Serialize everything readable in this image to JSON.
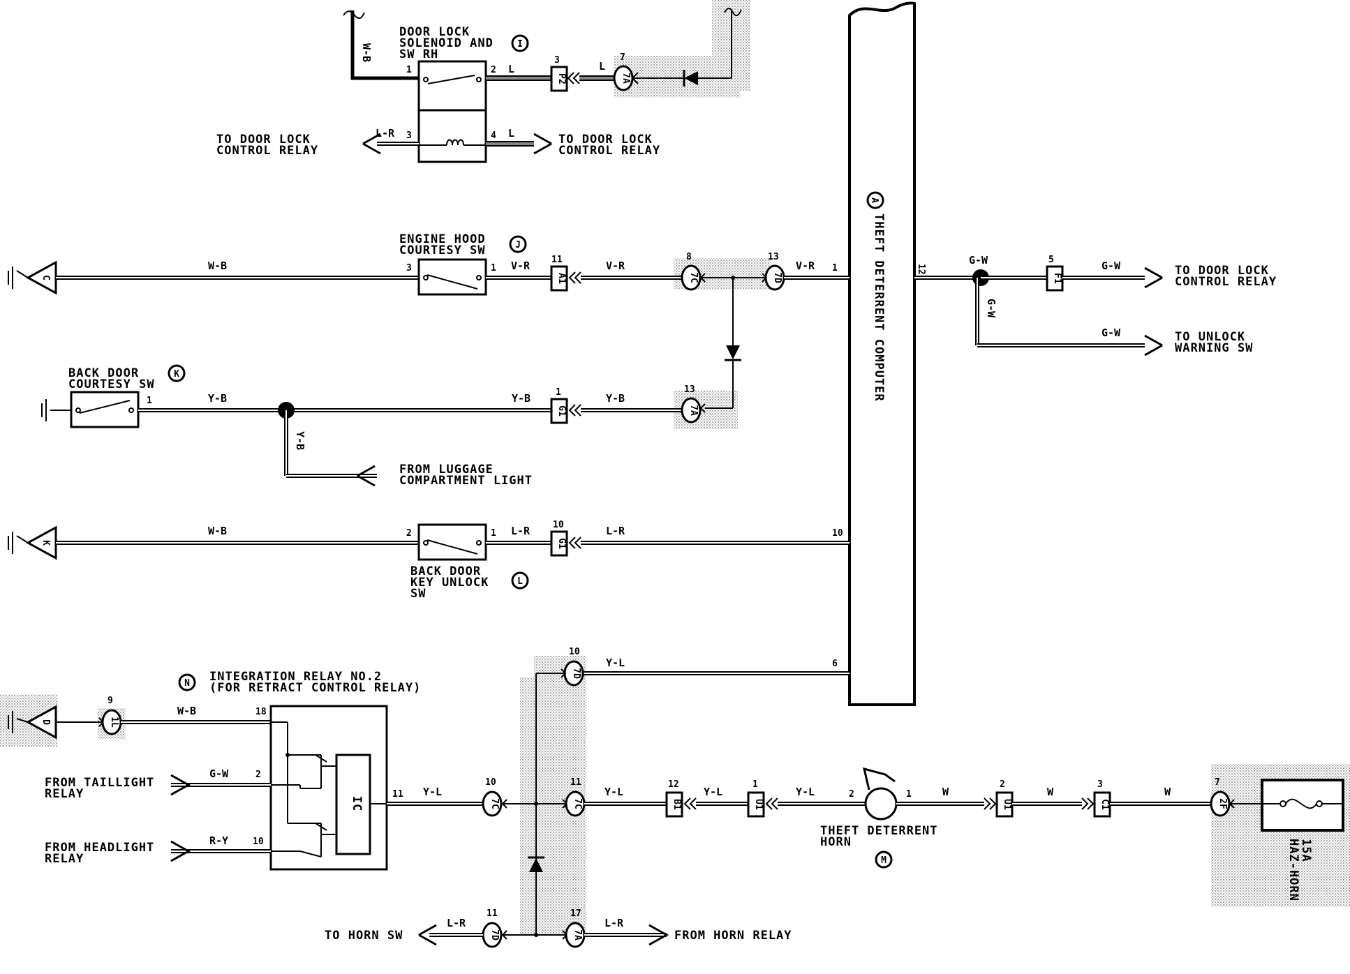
{
  "colors": {
    "ink": "#000000",
    "paper": "#ffffff",
    "shade": "#9a9a9a"
  },
  "components": {
    "A": {
      "letter": "A",
      "name": "THEFT DETERRENT COMPUTER"
    },
    "I": {
      "letter": "I",
      "line1": "DOOR LOCK",
      "line2": "SOLENOID AND",
      "line3": "SW RH"
    },
    "J": {
      "letter": "J",
      "line1": "ENGINE HOOD",
      "line2": "COURTESY SW"
    },
    "K": {
      "letter": "K",
      "line1": "BACK DOOR",
      "line2": "COURTESY SW"
    },
    "L": {
      "letter": "L",
      "line1": "BACK DOOR",
      "line2": "KEY UNLOCK",
      "line3": "SW"
    },
    "M": {
      "letter": "M",
      "line1": "THEFT DETERRENT",
      "line2": "HORN"
    },
    "N": {
      "letter": "N",
      "line1": "INTEGRATION RELAY NO.2",
      "line2": "(FOR RETRACT CONTROL RELAY)"
    },
    "ic_label": "IC",
    "fuse": {
      "line1": "15A",
      "line2": "HAZ-HORN"
    }
  },
  "external_labels": {
    "door_lock_relay_left": [
      "TO DOOR LOCK",
      "CONTROL RELAY"
    ],
    "door_lock_relay_right": [
      "TO DOOR LOCK",
      "CONTROL RELAY"
    ],
    "door_lock_relay_gw": [
      "TO DOOR LOCK",
      "CONTROL RELAY"
    ],
    "unlock_warning": [
      "TO UNLOCK",
      "WARNING SW"
    ],
    "luggage_light": [
      "FROM LUGGAGE",
      "COMPARTMENT LIGHT"
    ],
    "taillight_relay": [
      "FROM TAILLIGHT",
      "RELAY"
    ],
    "headlight_relay": [
      "FROM HEADLIGHT",
      "RELAY"
    ],
    "to_horn_sw": "TO HORN SW",
    "from_horn_relay": "FROM HORN RELAY"
  },
  "grounds": {
    "c": "C",
    "k": "K",
    "d": "D"
  },
  "connectors": {
    "p2": "P2",
    "a1": "A1",
    "g1a": "G1",
    "g1b": "G1",
    "f1": "F1",
    "b1": "B1",
    "u1a": "U1",
    "u1b": "U1",
    "c1": "C1",
    "j7a_top": "7A",
    "j7c_top": "7C",
    "j7d_top": "7D",
    "j7a_mid": "7A",
    "j7d_yl": "7D",
    "j7c_a": "7C",
    "j7c_b": "7C",
    "j7d_bot": "7D",
    "j7a_bot": "7A",
    "j1l": "1L",
    "j2f": "2F"
  },
  "wire_colors": {
    "wb_top": "W-B",
    "l_2": "L",
    "l_7": "L",
    "lr_3": "L-R",
    "l_4": "L",
    "wb_c": "W-B",
    "vr_1": "V-R",
    "vr_a1": "V-R",
    "vr_7d": "V-R",
    "gw_12": "G-W",
    "gw_f1": "G-W",
    "gw_down": "G-W",
    "gw_unlock": "G-W",
    "yb_1": "Y-B",
    "yb_g1": "Y-B",
    "yb_7a": "Y-B",
    "yb_down": "Y-B",
    "wb_k": "W-B",
    "lr_l1": "L-R",
    "lr_g1": "L-R",
    "yl_6": "Y-L",
    "wb_18": "W-B",
    "gw_2": "G-W",
    "ry_10": "R-Y",
    "yl_11": "Y-L",
    "yl_7c": "Y-L",
    "yl_b1": "Y-L",
    "yl_u1": "Y-L",
    "w_1": "W",
    "w_u1": "W",
    "w_c1": "W",
    "lr_horn_sw": "L-R",
    "lr_horn_relay": "L-R"
  },
  "pins": {
    "i1": "1",
    "i2": "2",
    "i3": "3",
    "i4": "4",
    "p2_3": "3",
    "j7a_7": "7",
    "j3": "3",
    "j1": "1",
    "a1_11": "11",
    "j7c_8": "8",
    "j7d_13": "13",
    "a_1": "1",
    "a_12": "12",
    "f1_5": "5",
    "k1": "1",
    "g1_1": "1",
    "j7a_13": "13",
    "l2": "2",
    "l1": "1",
    "g1_10": "10",
    "a_10": "10",
    "j7d_10": "10",
    "a_6": "6",
    "j1l_9": "9",
    "n18": "18",
    "n2": "2",
    "n10": "10",
    "n11": "11",
    "j7c_10": "10",
    "j7c_11": "11",
    "b1_12": "12",
    "u1_1": "1",
    "m2": "2",
    "m1": "1",
    "u1_2": "2",
    "c1_3": "3",
    "j2f_7": "7",
    "j7d_11": "11",
    "j7a_17": "17"
  }
}
